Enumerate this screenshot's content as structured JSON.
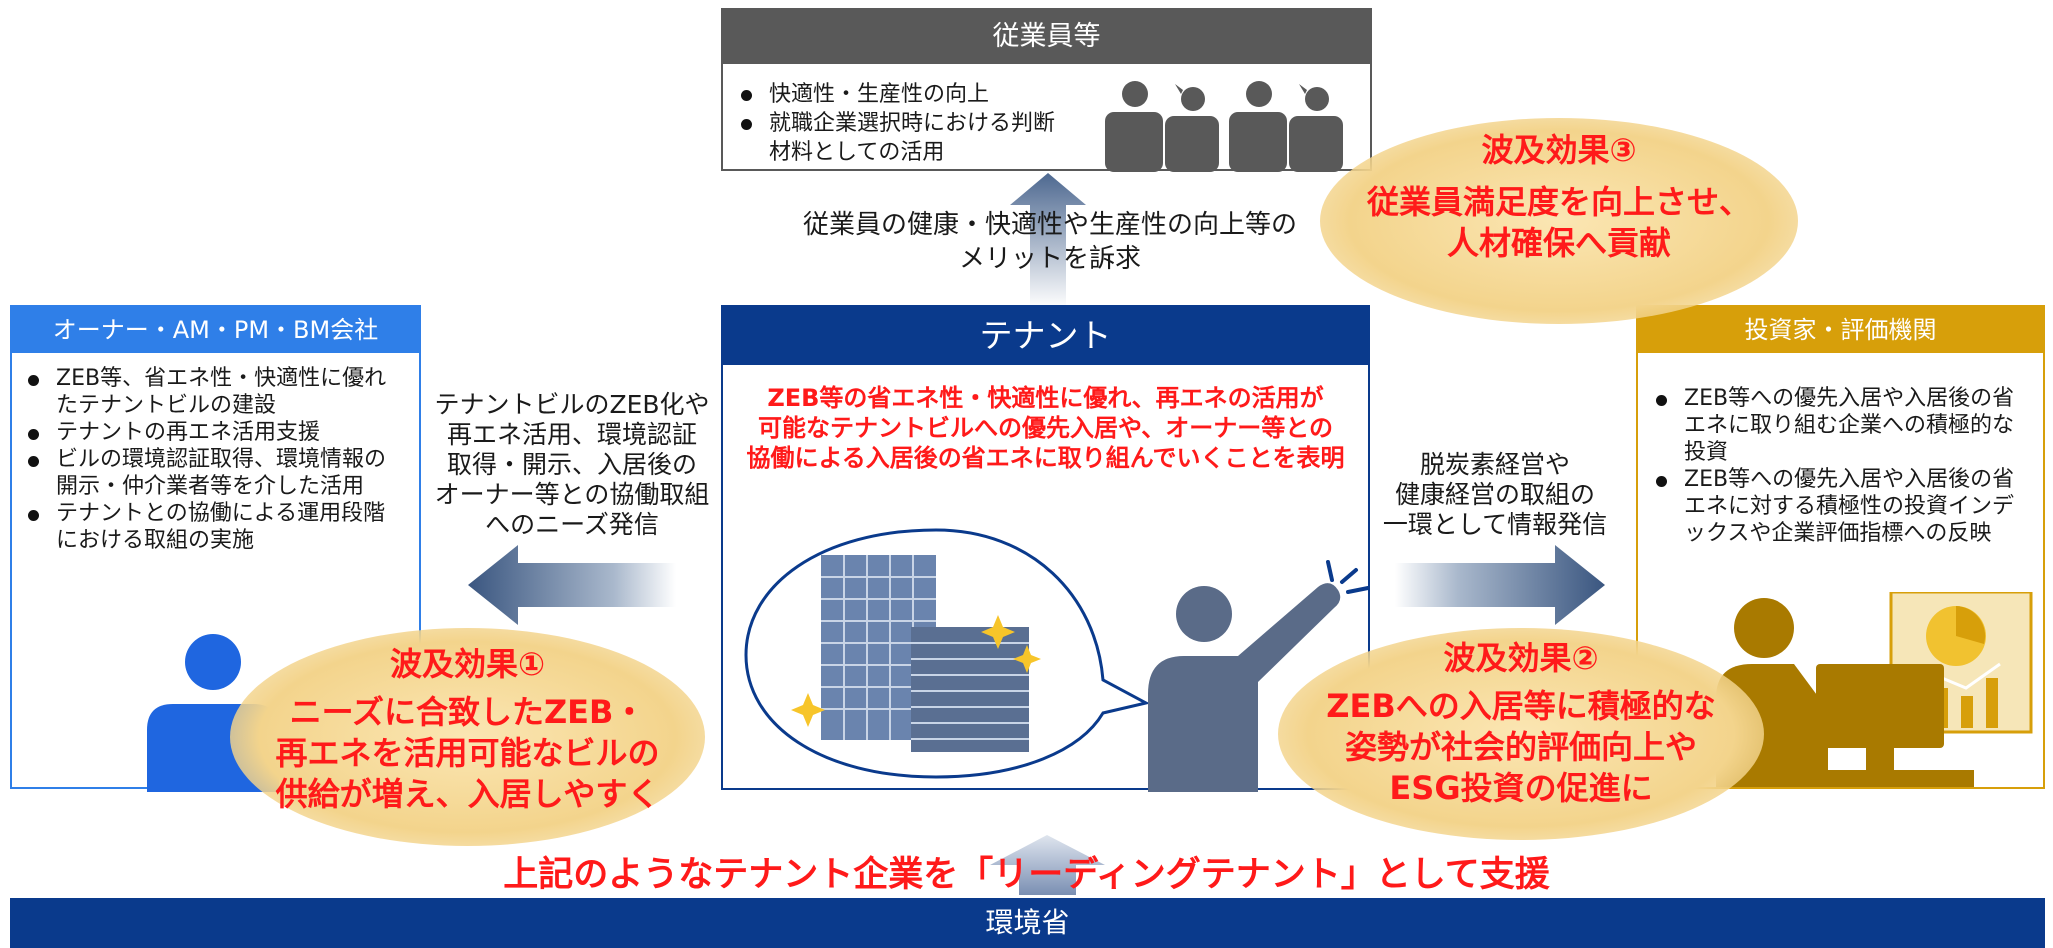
{
  "employees": {
    "title": "従業員等",
    "bullets": [
      "快適性・生産性の向上",
      "就職企業選択時における判断材料としての活用"
    ]
  },
  "up_arrow_text": [
    "従業員の健康・快適性や生産性の向上等の",
    "メリットを訴求"
  ],
  "owner": {
    "title": "オーナー・AM・PM・BM会社",
    "bullets": [
      "ZEB等、省エネ性・快適性に優れたテナントビルの建設",
      "テナントの再エネ活用支援",
      "ビルの環境認証取得、環境情報の開示・仲介業者等を介した活用",
      "テナントとの協働による運用段階における取組の実施"
    ]
  },
  "left_arrow_text": [
    "テナントビルのZEB化や",
    "再エネ活用、環境認証",
    "取得・開示、入居後の",
    "オーナー等との協働取組",
    "へのニーズ発信"
  ],
  "tenant": {
    "title": "テナント",
    "statement": [
      "ZEB等の省エネ性・快適性に優れ、再エネの活用が",
      "可能なテナントビルへの優先入居や、オーナー等との",
      "協働による入居後の省エネに取り組んでいくことを表明"
    ]
  },
  "right_arrow_text": [
    "脱炭素経営や",
    "健康経営の取組の",
    "一環として情報発信"
  ],
  "investor": {
    "title": "投資家・評価機関",
    "bullets": [
      "ZEB等への優先入居や入居後の省エネに取り組む企業への積極的な投資",
      "ZEB等への優先入居や入居後の省エネに対する積極性の投資インデックスや企業評価指標への反映"
    ]
  },
  "effect1": {
    "title": "波及効果①",
    "lines": [
      "ニーズに合致したZEB・",
      "再エネを活用可能なビルの",
      "供給が増え、入居しやすく"
    ]
  },
  "effect2": {
    "title": "波及効果②",
    "lines": [
      "ZEBへの入居等に積極的な",
      "姿勢が社会的評価向上や",
      "ESG投資の促進に"
    ]
  },
  "effect3": {
    "title": "波及効果③",
    "lines": [
      "従業員満足度を向上させ、",
      "人材確保へ貢献"
    ]
  },
  "support_text": "上記のようなテナント企業を「リーディングテナント」として支援",
  "ministry": "環境省",
  "colors": {
    "employees_header": "#595959",
    "owner_header": "#2f7fe8",
    "tenant_header": "#0a3a8c",
    "investor_header": "#d79f0a",
    "ministry_band": "#0a3a8c",
    "accent_red": "#ff1a1a",
    "ellipse": "#f3d48c"
  }
}
